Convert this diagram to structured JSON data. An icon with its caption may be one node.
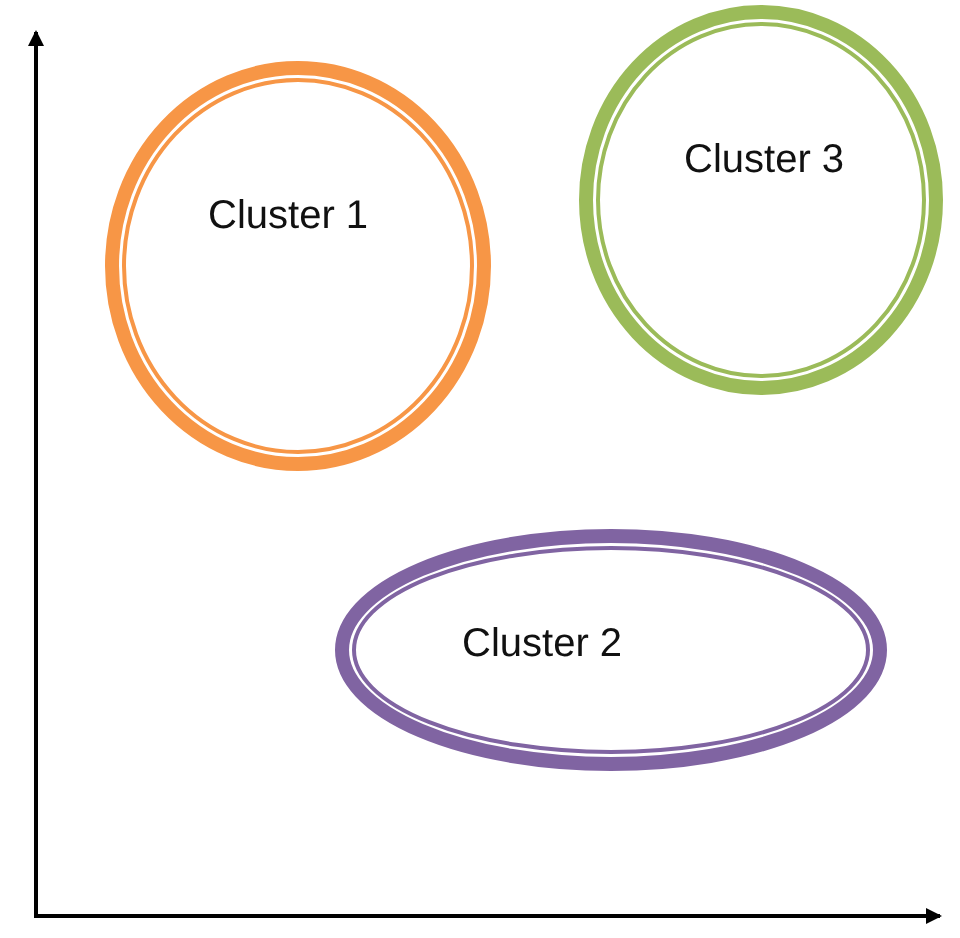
{
  "diagram": {
    "nodes": [
      {
        "text": [
          "Cluster 1"
        ]
      },
      {
        "text": [
          "Cluster 3"
        ]
      },
      {
        "text": [
          "Cluster 2"
        ]
      }
    ]
  }
}
